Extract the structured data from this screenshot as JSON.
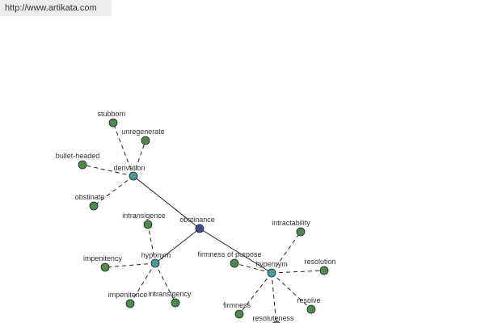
{
  "header": {
    "url": "http://www.artikata.com"
  },
  "colors": {
    "root": "#3b4d8c",
    "group": "#4a9a9c",
    "leaf": "#4e8a4e",
    "edge": "#222222"
  },
  "graph": {
    "root": "obstinance",
    "groups": [
      {
        "id": "derivation",
        "label": "derivation",
        "members": [
          "stubborn",
          "unregenerate",
          "bullet-headed",
          "obstinate"
        ]
      },
      {
        "id": "hyponym",
        "label": "hyponym",
        "members": [
          "intransigence",
          "impenitency",
          "impenitence",
          "intransigency"
        ]
      },
      {
        "id": "hypernym",
        "label": "hypernym",
        "members": [
          "intractability",
          "firmness of purpose",
          "resolution",
          "resolve",
          "firmness",
          "resoluteness"
        ]
      }
    ]
  }
}
